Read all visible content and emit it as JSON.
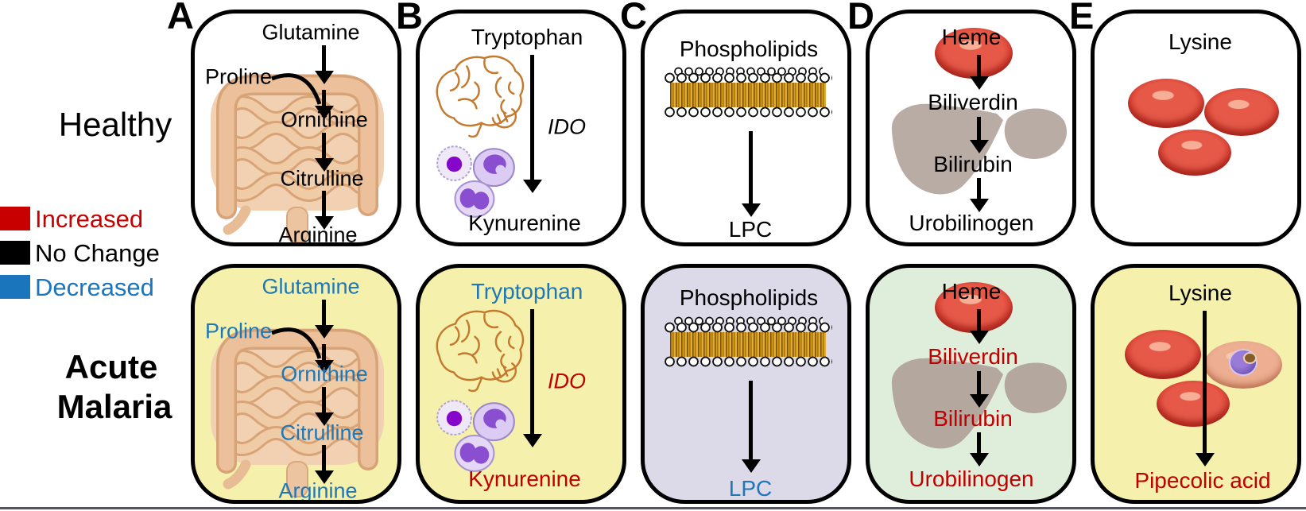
{
  "legend": {
    "increased_label": "Increased",
    "no_change_label": "No Change",
    "decreased_label": "Decreased"
  },
  "row_labels": {
    "healthy": "Healthy",
    "malaria_line1": "Acute",
    "malaria_line2": "Malaria"
  },
  "panel_letters": {
    "a": "A",
    "b": "B",
    "c": "C",
    "d": "D",
    "e": "E"
  },
  "panel_a": {
    "glutamine": "Glutamine",
    "proline": "Proline",
    "ornithine": "Ornithine",
    "citrulline": "Citrulline",
    "arginine": "Arginine"
  },
  "panel_b": {
    "tryptophan": "Tryptophan",
    "ido": "IDO",
    "kynurenine": "Kynurenine"
  },
  "panel_c": {
    "phospholipids": "Phospholipids",
    "lpc": "LPC"
  },
  "panel_d": {
    "heme": "Heme",
    "biliverdin": "Biliverdin",
    "bilirubin": "Bilirubin",
    "urobilinogen": "Urobilinogen"
  },
  "panel_e": {
    "lysine": "Lysine",
    "pipecolic_acid": "Pipecolic acid"
  },
  "colors": {
    "increased_text": "#C00000",
    "no_change_text": "#000000",
    "decreased_text": "#1F77B5",
    "legend_increased_swatch": "#C80000",
    "legend_no_change_swatch": "#000000",
    "legend_decreased_swatch": "#1B75BC",
    "healthy_panel_bg": "#FFFFFF",
    "malaria_panel_a_bg": "#F5F1AC",
    "malaria_panel_b_bg": "#F5F1AC",
    "malaria_panel_c_bg": "#DCDAE8",
    "malaria_panel_d_bg": "#DFEEDA",
    "malaria_panel_e_bg": "#F5F1AC",
    "panel_border": "#000000",
    "intestine_fill": "#F1D1B1",
    "brain_outline": "#C5792F",
    "liver_fill": "#B9ACA5",
    "rbc_red": "#D93A2E",
    "bilayer_tail_gold": "#D79B1E"
  }
}
